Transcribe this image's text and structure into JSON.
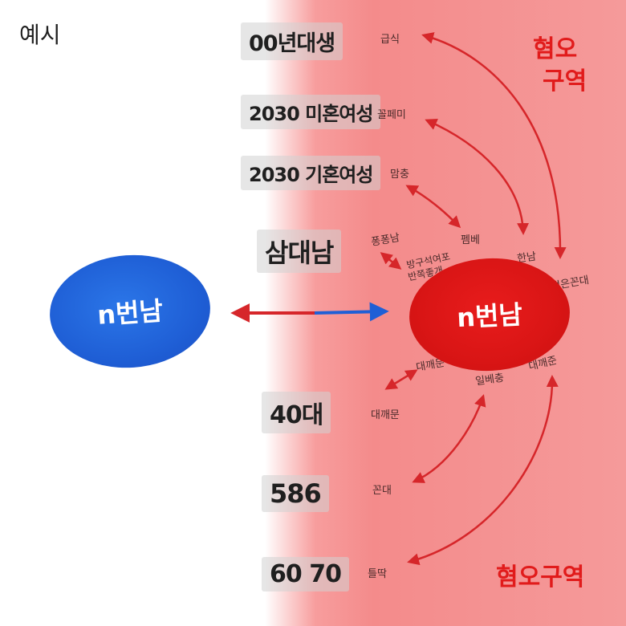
{
  "example_label": "예시",
  "hate_zone_top": [
    "혐오",
    "구역"
  ],
  "hate_zone_bottom": "혐오구역",
  "left_blob": "n번남",
  "right_blob": "n번남",
  "groups": [
    "00년대생",
    "2030 미혼여성",
    "2030 기혼여성",
    "삼대남",
    "40대",
    "586",
    "60 70"
  ],
  "slurs": {
    "gupsik": "급식",
    "kkolpemi": "꼴페미",
    "mamchung": "맘충",
    "pongpongnam": "퐁퐁남",
    "bangguseokyeopo": "방구석여포",
    "banjjokjareugae": "반쪽좋개",
    "pembe": "펨베",
    "hannam": "한남",
    "jeolmeun_kkondae": "젊은꼰대",
    "daegaemun_upper": "대깨문",
    "ilbechung": "일베충",
    "daegaejun": "대깨준",
    "daegaemun_lower": "대깨문",
    "kkondae": "꼰대",
    "teulttak": "틀딱"
  },
  "colors": {
    "blue": "#1f5fd6",
    "red": "#d91515",
    "arrow": "#d6262a",
    "zone": "#f48b8b"
  }
}
